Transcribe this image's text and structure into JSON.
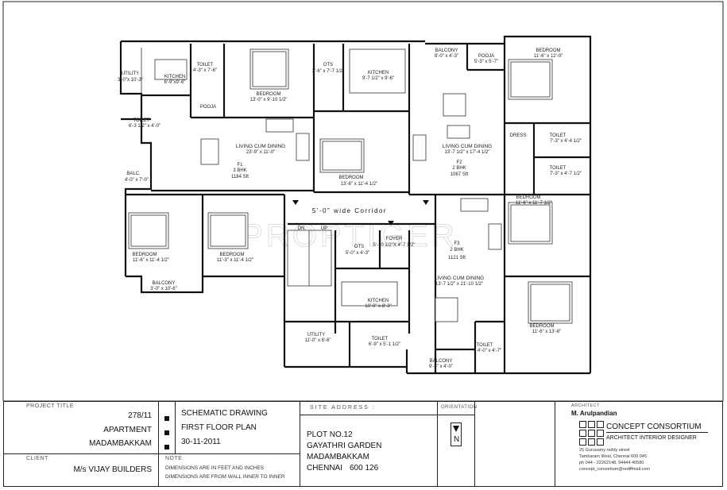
{
  "rooms": {
    "utility1": {
      "name": "UTILITY",
      "dim": "3'-0\"x 10'-3\""
    },
    "kitchen1": {
      "name": "KITCHEN",
      "dim": "6'-9\"x9'-6\""
    },
    "toilet1": {
      "name": "TOILET",
      "dim": "4'-3\" x 7'-6\""
    },
    "bedroom1": {
      "name": "BEDROOM",
      "dim": "13'-0\" x 9'-10 1/2\""
    },
    "ots1": {
      "name": "OTS",
      "dim": "3'-6\" x 7'-7 1/2\""
    },
    "kitchen2": {
      "name": "KITCHEN",
      "dim": "9'-7 1/2\" x 9'-6\""
    },
    "balcony1": {
      "name": "BALCONY",
      "dim": "8'-0\" x 4'-3\""
    },
    "pooja1": {
      "name": "POOJA",
      "dim": "5'-3\" x 5'-7\""
    },
    "bedroom2": {
      "name": "BEDROOM",
      "dim": "11'-6\" x 12'-0\""
    },
    "pooja2": {
      "name": "POOJA",
      "dim": ""
    },
    "toilet2": {
      "name": "TOILET",
      "dim": "6'-3 1/2\" x 4'-0\""
    },
    "living1": {
      "name": "LIVING CUM DINING",
      "dim": "23'-9\" x 11'-0\""
    },
    "flat1": {
      "id": "F1",
      "type": "3 BHK",
      "area": "1184 Sft"
    },
    "balc": {
      "name": "BALC.",
      "dim": "4'-0\" x 7'-0\""
    },
    "bedroom3": {
      "name": "BEDROOM",
      "dim": "13'-6\" x 11'-4 1/2\""
    },
    "living2": {
      "name": "LIVING CUM DINING",
      "dim": "13'-7 1/2\" x 17'-4 1/2\""
    },
    "flat2": {
      "id": "F2",
      "type": "2 BHK",
      "area": "1067 Sft"
    },
    "dress": {
      "name": "DRESS",
      "dim": ""
    },
    "toilet3": {
      "name": "TOILET",
      "dim": "7'-3\" x 4'-4 1/2\""
    },
    "toilet4": {
      "name": "TOILET",
      "dim": "7'-3\" x 4'-7 1/2\""
    },
    "corridor": {
      "name": "5'-0\" wide Corridor"
    },
    "bedroom4": {
      "name": "BEDROOM",
      "dim": "11'-6\" x 11'-7 1/2\""
    },
    "bedroom5": {
      "name": "BEDROOM",
      "dim": "11'-6\" x 11'-4 1/2\""
    },
    "bedroom6": {
      "name": "BEDROOM",
      "dim": "11'-3\" x 11'-4 1/2\""
    },
    "balcony2": {
      "name": "BALCONY",
      "dim": "3'-0\" x 10'-6\""
    },
    "stairs": {
      "dn": "DN.",
      "up": "UP"
    },
    "ots2": {
      "name": "OTS",
      "dim": "5'-0\" x 4'-3\""
    },
    "foyer": {
      "name": "FOYER",
      "dim": "5'-10 1/2\"X 4'-7 1/2\""
    },
    "flat3": {
      "id": "F3",
      "type": "2 BHK",
      "area": "1121 Sft"
    },
    "living3": {
      "name": "LIVING CUM DINING",
      "dim": "13'-7 1/2\" x 21'-10 1/2\""
    },
    "kitchen3": {
      "name": "KITCHEN",
      "dim": "10'-0\" x 8'-3\""
    },
    "utility2": {
      "name": "UTILITY",
      "dim": "11'-0\" x 6'-6\""
    },
    "toilet5": {
      "name": "TOILET",
      "dim": "6'-9\" x 5'-1 1/2\""
    },
    "balcony3": {
      "name": "BALCONY",
      "dim": "9'-3\" x 4'-0\""
    },
    "toilet6": {
      "name": "TOILET",
      "dim": "4'-0\" x 4'-7\""
    },
    "bedroom7": {
      "name": "BEDROOM",
      "dim": "11'-6\" x 13'-6\""
    }
  },
  "watermark": "PROPTIGER",
  "titleblock": {
    "project_title_label": "PROJECT TITLE",
    "project_no": "278/11",
    "project_name": "APARTMENT",
    "project_place": "MADAMBAKKAM",
    "drawing_type": "SCHEMATIC DRAWING",
    "drawing_name": "FIRST FLOOR PLAN",
    "drawing_date": "30-11-2011",
    "client_label": "CLIENT",
    "client": "M/s VIJAY BUILDERS",
    "note_label": "NOTE",
    "note_line1": "DIMENSIONS ARE IN FEET AND INCHES",
    "note_line2": "DIMENSIONS ARE FROM WALL INNER TO INNER",
    "site_label": "SITE ADDRESS :",
    "site_line1": "PLOT NO.12",
    "site_line2": "GAYATHRI GARDEN",
    "site_line3": "MADAMBAKKAM",
    "site_line4": "CHENNAI",
    "site_pin": "600 126",
    "orientation_label": "ORIENTATION",
    "north": "N",
    "architect_label": "ARCHITECT",
    "architect": "M. Arulpandian",
    "firm": "CONCEPT CONSORTIUM",
    "firm_tag": "ARCHITECT  INTERIOR DESIGNER",
    "addr1": "25 Gurusamy reddy street",
    "addr2": "Tambaram West, Chennai 600 045",
    "addr3": "ph 044 - 22262148, 94444 40580",
    "addr4": "concept_consortium@rediffmail.com"
  }
}
